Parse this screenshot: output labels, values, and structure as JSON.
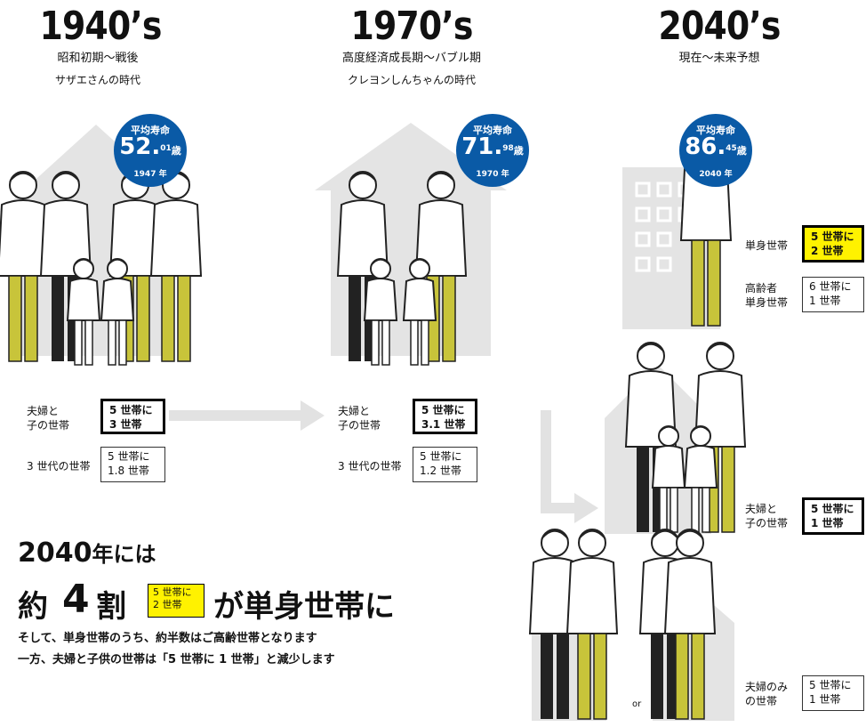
{
  "eras": [
    {
      "title": "1940’s",
      "line1": "昭和初期〜戦後",
      "line2": "サザエさんの時代",
      "badge": {
        "label": "平均寿命",
        "int": "52.",
        "dec": "01",
        "unit": "歳",
        "year": "1947 年"
      },
      "stats": [
        {
          "label1": "夫婦と",
          "label2": "子の世帯",
          "v1": "5 世帯に",
          "v2": "3 世帯"
        },
        {
          "label1": "3 世代の世帯",
          "label2": "",
          "v1": "5 世帯に",
          "v2": "1.8 世帯"
        }
      ]
    },
    {
      "title": "1970’s",
      "line1": "高度経済成長期〜バブル期",
      "line2": "クレヨンしんちゃんの時代",
      "badge": {
        "label": "平均寿命",
        "int": "71.",
        "dec": "98",
        "unit": "歳",
        "year": "1970 年"
      },
      "stats": [
        {
          "label1": "夫婦と",
          "label2": "子の世帯",
          "v1": "5 世帯に",
          "v2": "3.1 世帯"
        },
        {
          "label1": "3 世代の世帯",
          "label2": "",
          "v1": "5 世帯に",
          "v2": "1.2 世帯"
        }
      ]
    },
    {
      "title": "2040’s",
      "line1": "現在〜未来予想",
      "line2": "",
      "badge": {
        "label": "平均寿命",
        "int": "86.",
        "dec": "45",
        "unit": "歳",
        "year": "2040 年"
      },
      "stats": [
        {
          "label1": "単身世帯",
          "label2": "",
          "v1": "5 世帯に",
          "v2": "2 世帯"
        },
        {
          "label1": "高齢者",
          "label2": "単身世帯",
          "v1": "6 世帯に",
          "v2": "1 世帯"
        },
        {
          "label1": "夫婦と",
          "label2": "子の世帯",
          "v1": "5 世帯に",
          "v2": "1 世帯"
        },
        {
          "label1": "夫婦のみ",
          "label2": "の世帯",
          "v1": "5 世帯に",
          "v2": "1 世帯"
        }
      ]
    }
  ],
  "or_label": "or",
  "headline": {
    "year": "2040",
    "year_suffix": "年には",
    "pre": "約",
    "num": "4",
    "unit": "割",
    "box1": "5 世帯に",
    "box2": "2 世帯",
    "post": "が単身世帯に"
  },
  "body": {
    "line1": "そして、単身世帯のうち、約半数はご高齢世帯となります",
    "line2": "一方、夫婦と子供の世帯は「5 世帯に 1 世帯」と減少します"
  },
  "colors": {
    "badge": "#0a5aa6",
    "accent": "#c8c43a",
    "highlight": "#fff200",
    "house": "#e4e4e4",
    "arrow": "#e2e2e2"
  }
}
